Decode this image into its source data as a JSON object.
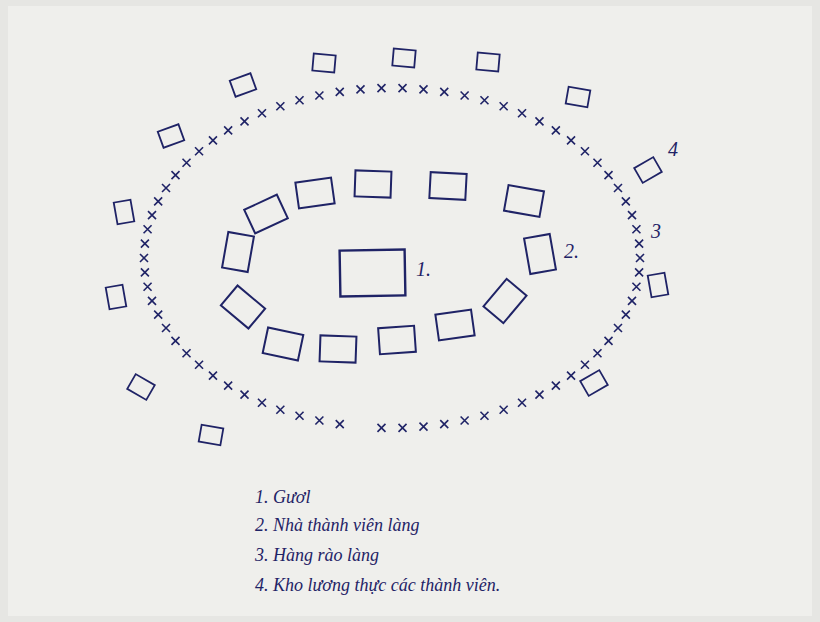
{
  "diagram": {
    "labels": [
      "4",
      "3",
      "2.",
      "1.",
      "1. Gươl",
      "2. Nhà thành viên làng",
      "3. Hàng rào làng",
      "4. Kho lương thực các thành viên."
    ]
  }
}
